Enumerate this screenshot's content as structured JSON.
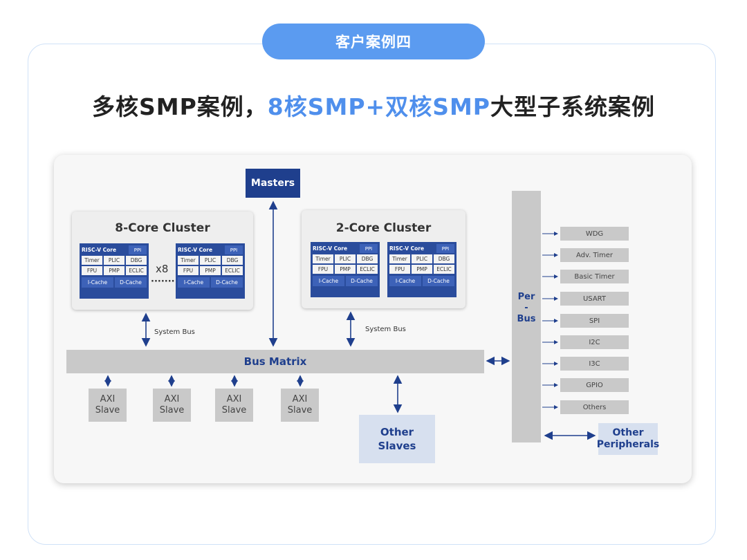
{
  "header": {
    "pill": "客户案例四",
    "title_part1": "多核SMP案例，",
    "title_highlight": "8核SMP+双核SMP",
    "title_part2": "大型子系统案例"
  },
  "colors": {
    "accent": "#5b9bf0",
    "highlight": "#4f8fec",
    "dark_blue": "#1f3f8d",
    "gray": "#c9c9c9",
    "light_blue": "#d7e0ef"
  },
  "diagram": {
    "masters": "Masters",
    "cluster8": {
      "title": "8-Core Cluster",
      "multiplier": "x8",
      "dots": "·······",
      "cores": [
        {
          "core": "RISC-V Core",
          "ppi": "PPI",
          "timer": "Timer",
          "plic": "PLIC",
          "dbg": "DBG",
          "fpu": "FPU",
          "pmp": "PMP",
          "eclic": "ECLIC",
          "icache": "I-Cache",
          "dcache": "D-Cache"
        },
        {
          "core": "RISC-V Core",
          "ppi": "PPI",
          "timer": "Timer",
          "plic": "PLIC",
          "dbg": "DBG",
          "fpu": "FPU",
          "pmp": "PMP",
          "eclic": "ECLIC",
          "icache": "I-Cache",
          "dcache": "D-Cache"
        }
      ]
    },
    "cluster2": {
      "title": "2-Core Cluster",
      "cores": [
        {
          "core": "RISC-V Core",
          "ppi": "PPI",
          "timer": "Timer",
          "plic": "PLIC",
          "dbg": "DBG",
          "fpu": "FPU",
          "pmp": "PMP",
          "eclic": "ECLIC",
          "icache": "I-Cache",
          "dcache": "D-Cache"
        },
        {
          "core": "RISC-V Core",
          "ppi": "PPI",
          "timer": "Timer",
          "plic": "PLIC",
          "dbg": "DBG",
          "fpu": "FPU",
          "pmp": "PMP",
          "eclic": "ECLIC",
          "icache": "I-Cache",
          "dcache": "D-Cache"
        }
      ]
    },
    "system_bus_1": "System Bus",
    "system_bus_2": "System Bus",
    "bus_matrix": "Bus Matrix",
    "axi_slaves": [
      {
        "l1": "AXI",
        "l2": "Slave"
      },
      {
        "l1": "AXI",
        "l2": "Slave"
      },
      {
        "l1": "AXI",
        "l2": "Slave"
      },
      {
        "l1": "AXI",
        "l2": "Slave"
      }
    ],
    "other_slaves": {
      "l1": "Other",
      "l2": "Slaves"
    },
    "per_bus": {
      "l1": "Per",
      "l2": "-",
      "l3": "Bus"
    },
    "peripherals": [
      "WDG",
      "Adv. Timer",
      "Basic Timer",
      "USART",
      "SPI",
      "I2C",
      "I3C",
      "GPIO",
      "Others"
    ],
    "other_peripherals": {
      "l1": "Other",
      "l2": "Peripherals"
    }
  }
}
